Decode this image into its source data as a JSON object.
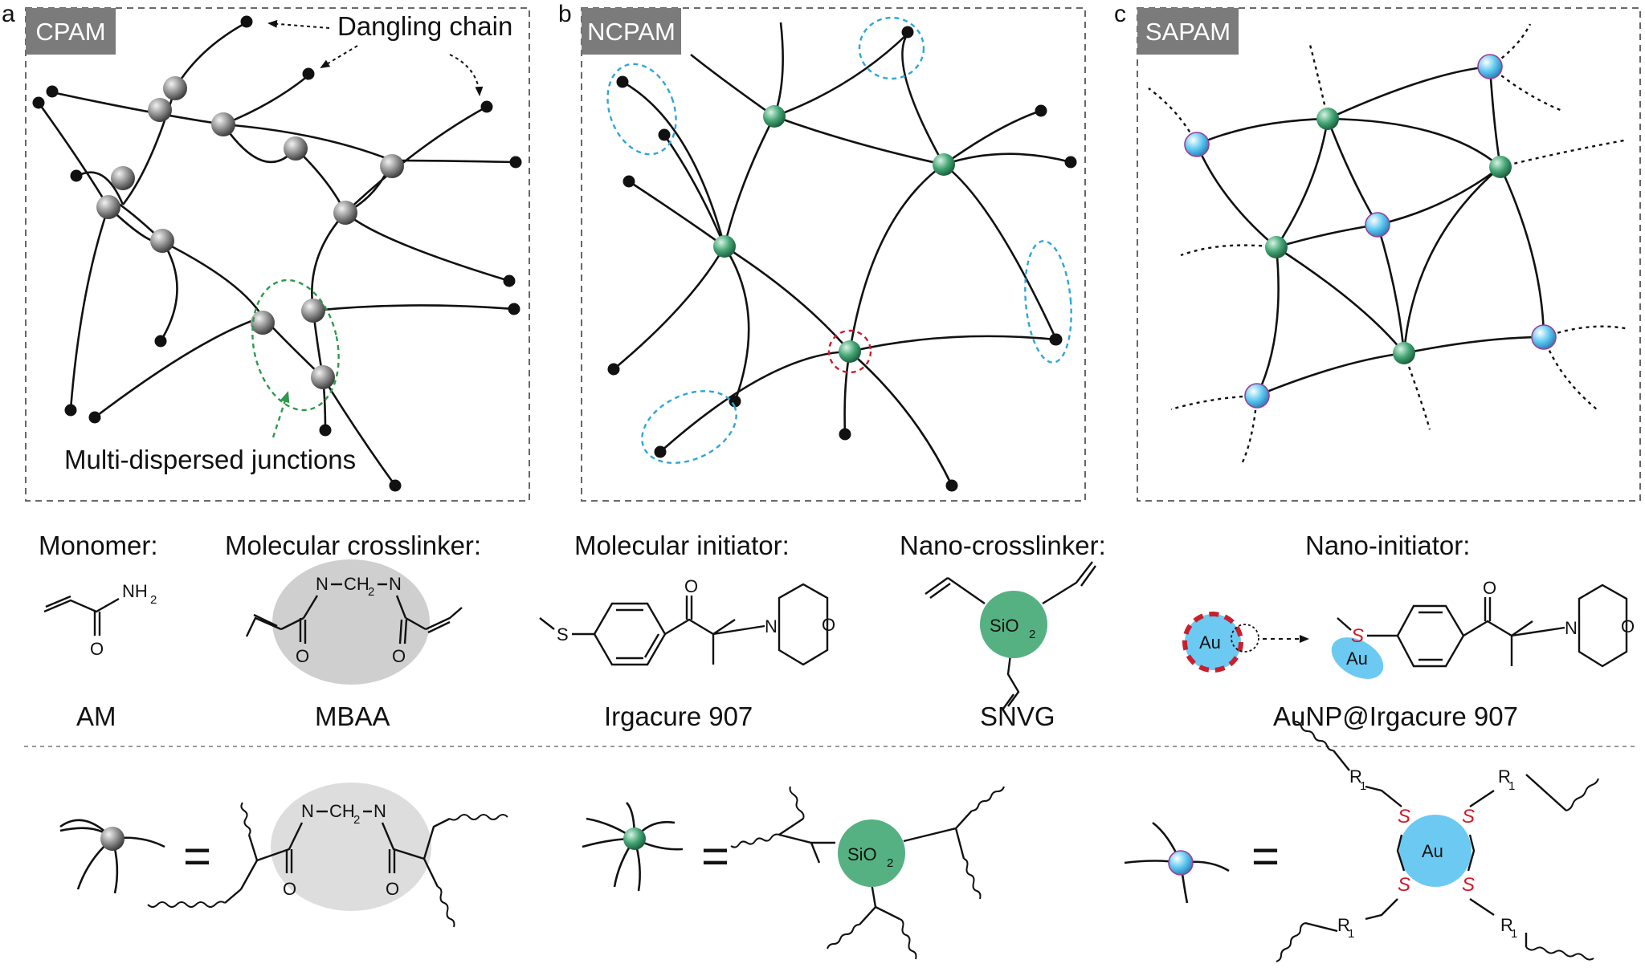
{
  "panels": [
    {
      "letter": "a",
      "title": "CPAM"
    },
    {
      "letter": "b",
      "title": "NCPAM"
    },
    {
      "letter": "c",
      "title": "SAPAM"
    }
  ],
  "annotations": {
    "dangling_chain": "Dangling chain",
    "multi_dispersed": "Multi-dispersed junctions"
  },
  "reagents": {
    "monomer": {
      "heading": "Monomer:",
      "name": "AM"
    },
    "molecular_crosslinker": {
      "heading": "Molecular crosslinker:",
      "name": "MBAA"
    },
    "molecular_initiator": {
      "heading": "Molecular initiator:",
      "name": "Irgacure 907"
    },
    "nano_crosslinker": {
      "heading": "Nano-crosslinker:",
      "name": "SNVG"
    },
    "nano_initiator": {
      "heading": "Nano-initiator:",
      "name": "AuNP@Irgacure 907"
    }
  },
  "chem": {
    "N": "N",
    "O": "O",
    "S": "S",
    "NH": "NH",
    "sub2": "2",
    "CH": "CH",
    "SiO": "SiO",
    "Au": "Au",
    "R": "R",
    "sub1": "1",
    "equals": "="
  },
  "colors": {
    "tag_bg": "#7b7b7b",
    "gray_node": "#8a8a8a",
    "green_node": "#3d9b6e",
    "blue_node": "#5cc6ef",
    "silica": "#55b181",
    "gold_np": "#6ccaf2",
    "ellipse_gray": "#cfcfcf",
    "green_dash": "#2e9a4b",
    "blue_dash": "#2fa6d6",
    "red_dash": "#c8202e"
  },
  "icons": [
    "arrow-icon",
    "polymer-chain-icon",
    "crosslink-node-icon"
  ]
}
